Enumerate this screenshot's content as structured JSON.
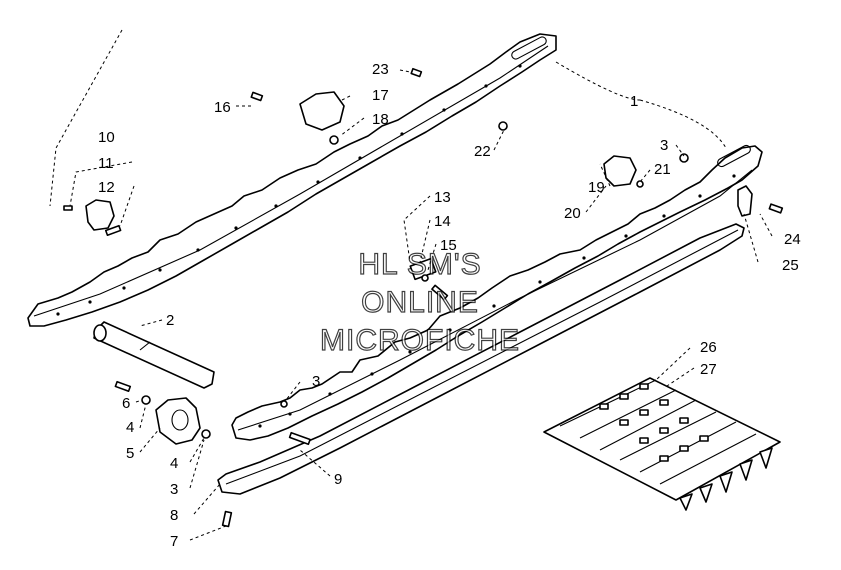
{
  "watermark": {
    "line1": "HL SM'S",
    "line2": "ONLINE",
    "line3": "MICROFICHE"
  },
  "callouts": [
    "1",
    "2",
    "3",
    "3",
    "3",
    "4",
    "4",
    "5",
    "6",
    "7",
    "8",
    "9",
    "10",
    "11",
    "12",
    "13",
    "14",
    "15",
    "16",
    "17",
    "18",
    "19",
    "20",
    "21",
    "22",
    "23",
    "24",
    "25",
    "26",
    "27"
  ]
}
